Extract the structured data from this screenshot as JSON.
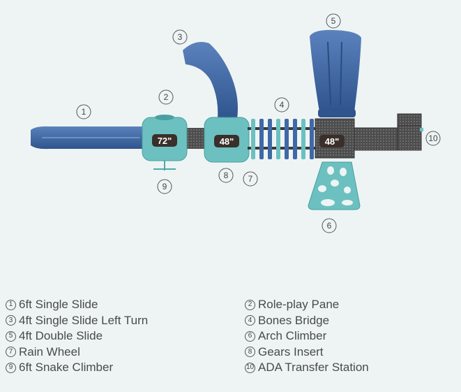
{
  "deck_labels": {
    "deck_72": "72\"",
    "deck_48_a": "48\"",
    "deck_48_b": "48\""
  },
  "callouts": {
    "c1": "1",
    "c2": "2",
    "c3": "3",
    "c4": "4",
    "c5": "5",
    "c6": "6",
    "c7": "7",
    "c8": "8",
    "c9": "9",
    "c10": "10"
  },
  "legend": [
    {
      "num": "1",
      "label": "6ft Single Slide"
    },
    {
      "num": "2",
      "label": "Role-play Pane"
    },
    {
      "num": "3",
      "label": "4ft Single Slide Left Turn"
    },
    {
      "num": "4",
      "label": "Bones Bridge"
    },
    {
      "num": "5",
      "label": "4ft Double Slide"
    },
    {
      "num": "6",
      "label": "Arch Climber"
    },
    {
      "num": "7",
      "label": "Rain Wheel"
    },
    {
      "num": "8",
      "label": "Gears Insert"
    },
    {
      "num": "9",
      "label": "6ft Snake Climber"
    },
    {
      "num": "10",
      "label": "ADA Transfer Station"
    }
  ],
  "colors": {
    "background": "#eef4f4",
    "slide_blue": "#3f69a6",
    "slide_dark": "#2d4f86",
    "teal": "#6cbfbf",
    "deck_gray": "#555555",
    "label_bg": "#3a2f2a"
  }
}
